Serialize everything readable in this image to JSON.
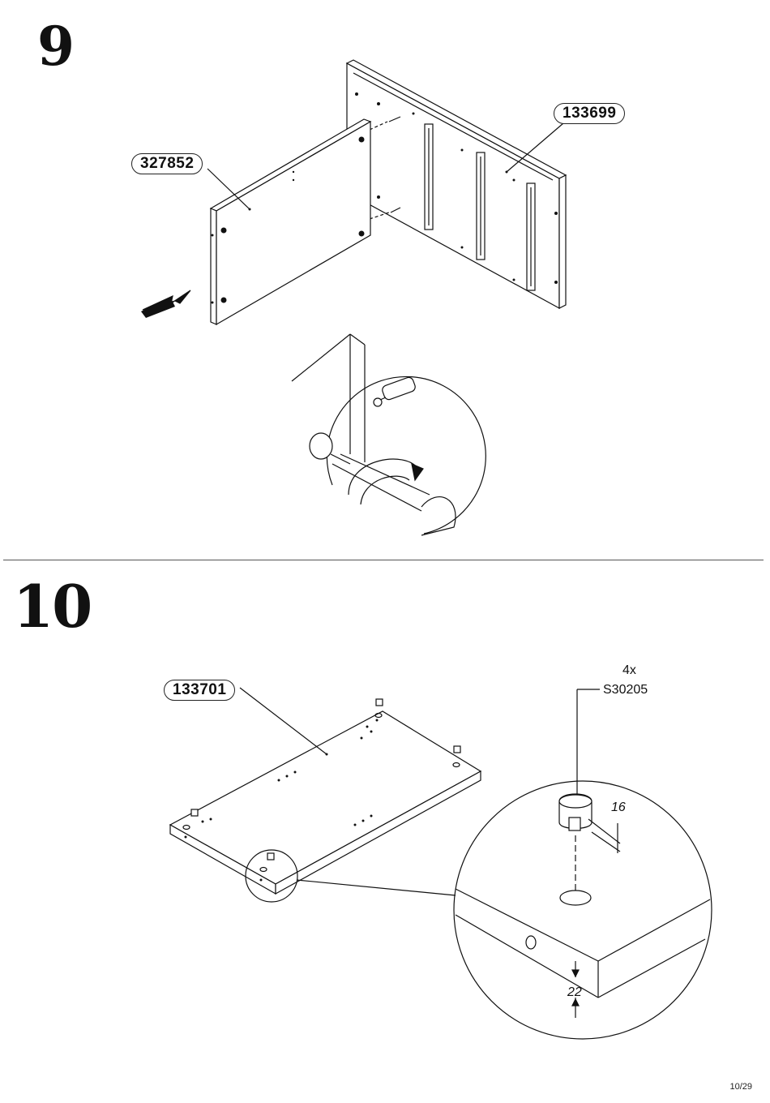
{
  "steps": [
    {
      "number": "9",
      "parts": {
        "panel_a": "327852",
        "panel_b": "133699"
      }
    },
    {
      "number": "10",
      "parts": {
        "panel": "133701"
      },
      "hardware": {
        "quantity": "4x",
        "code": "S30205"
      },
      "dimensions": {
        "cam_depth": "16",
        "panel_thickness": "22"
      }
    }
  ],
  "page": {
    "number": "10/29"
  }
}
